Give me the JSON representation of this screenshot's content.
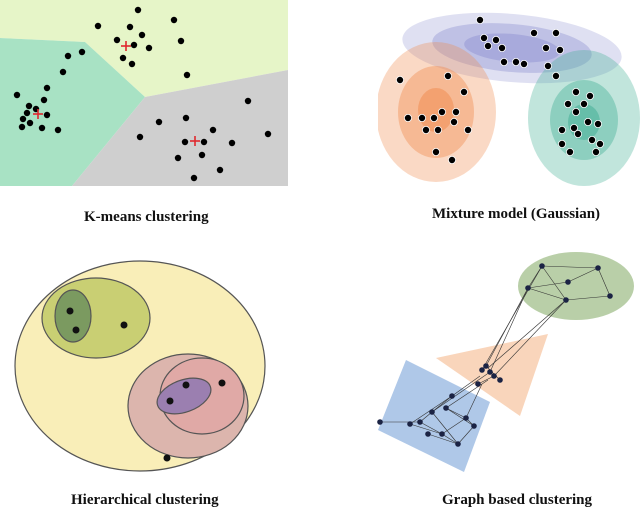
{
  "captions": {
    "kmeans": "K-means clustering",
    "mixture": "Mixture model (Gaussian)",
    "hierarchical": "Hierarchical clustering",
    "graph": "Graph based clustering"
  },
  "colors": {
    "kmeans_regions": [
      "#e6f5c8",
      "#a8e2c4",
      "#cfcfcf"
    ],
    "centroid": "#e0282e",
    "gaussian": [
      "#f08a4b",
      "#8c8fd0",
      "#3fae93"
    ],
    "hierarchy": [
      "#f9eeb8",
      "#c9cf73",
      "#7b9a60",
      "#dcb5ad",
      "#9b7fb0"
    ],
    "graph_groups": [
      "#6e9ad6",
      "#f5b98e",
      "#7fa860"
    ],
    "points": "#000000"
  }
}
